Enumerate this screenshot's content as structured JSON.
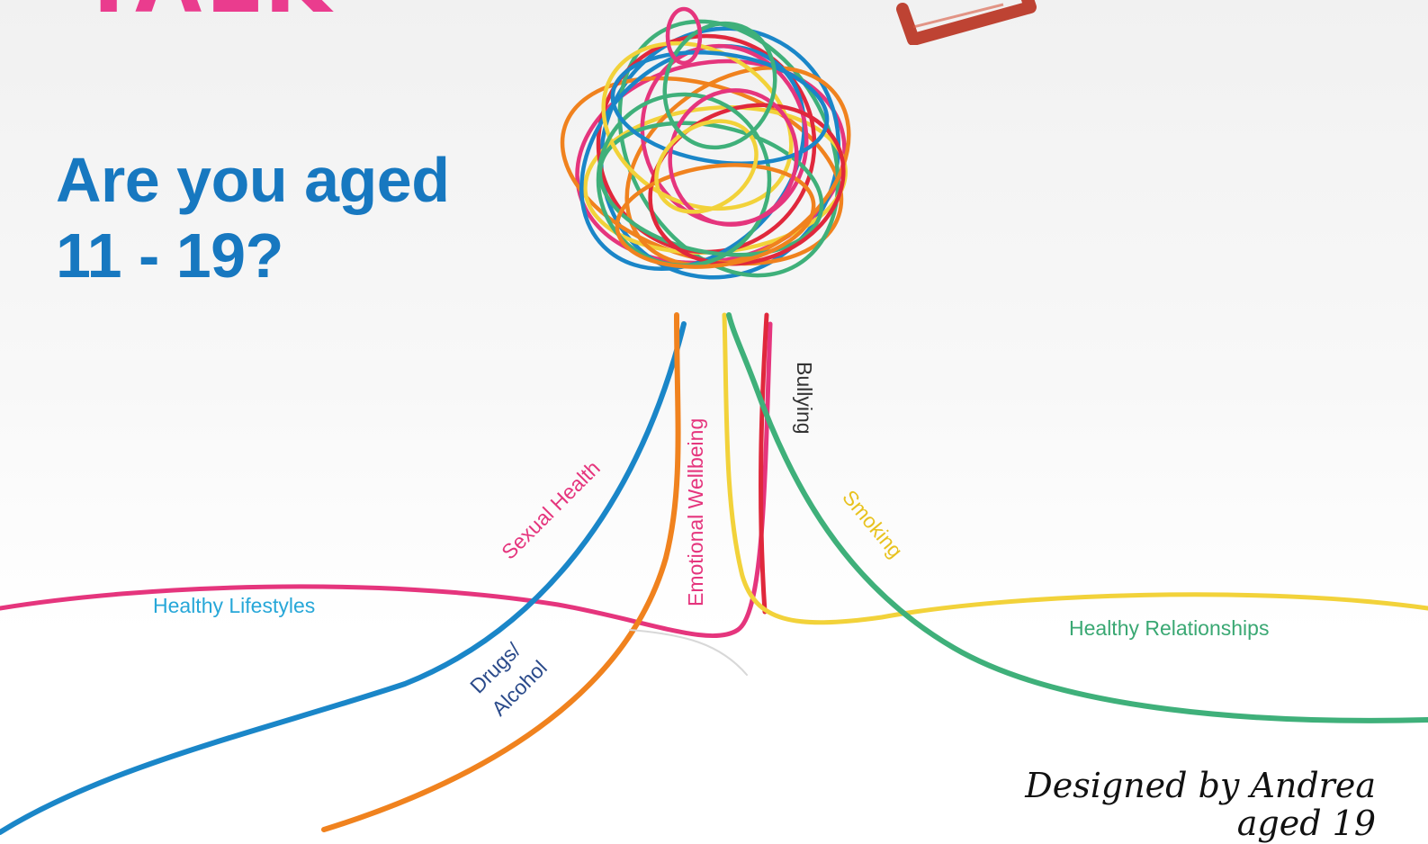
{
  "poster": {
    "top_word": "TALK",
    "headline_line1": "Are you aged",
    "headline_line2": "11 - 19?",
    "credit_line1": "Designed by Andrea",
    "credit_line2": "aged 19"
  },
  "topics": {
    "healthy_lifestyles": "Healthy Lifestyles",
    "sexual_health": "Sexual Health",
    "drugs_line1": "Drugs/",
    "drugs_line2": "Alcohol",
    "emotional_wellbeing": "Emotional Wellbeing",
    "bullying": "Bullying",
    "smoking": "Smoking",
    "healthy_relationships": "Healthy Relationships"
  },
  "colors": {
    "headline_blue": "#1778c0",
    "pink": "#e5357d",
    "blue_wire": "#1a86c8",
    "orange_wire": "#f0821e",
    "yellow_wire": "#f2d23a",
    "green_wire": "#3fb07a",
    "red_wire": "#e0283c",
    "stamp_red": "#b8301e"
  },
  "icons": {
    "wire_ball": "tangled-wire-ball-icon",
    "stamp": "rubber-stamp-icon"
  }
}
